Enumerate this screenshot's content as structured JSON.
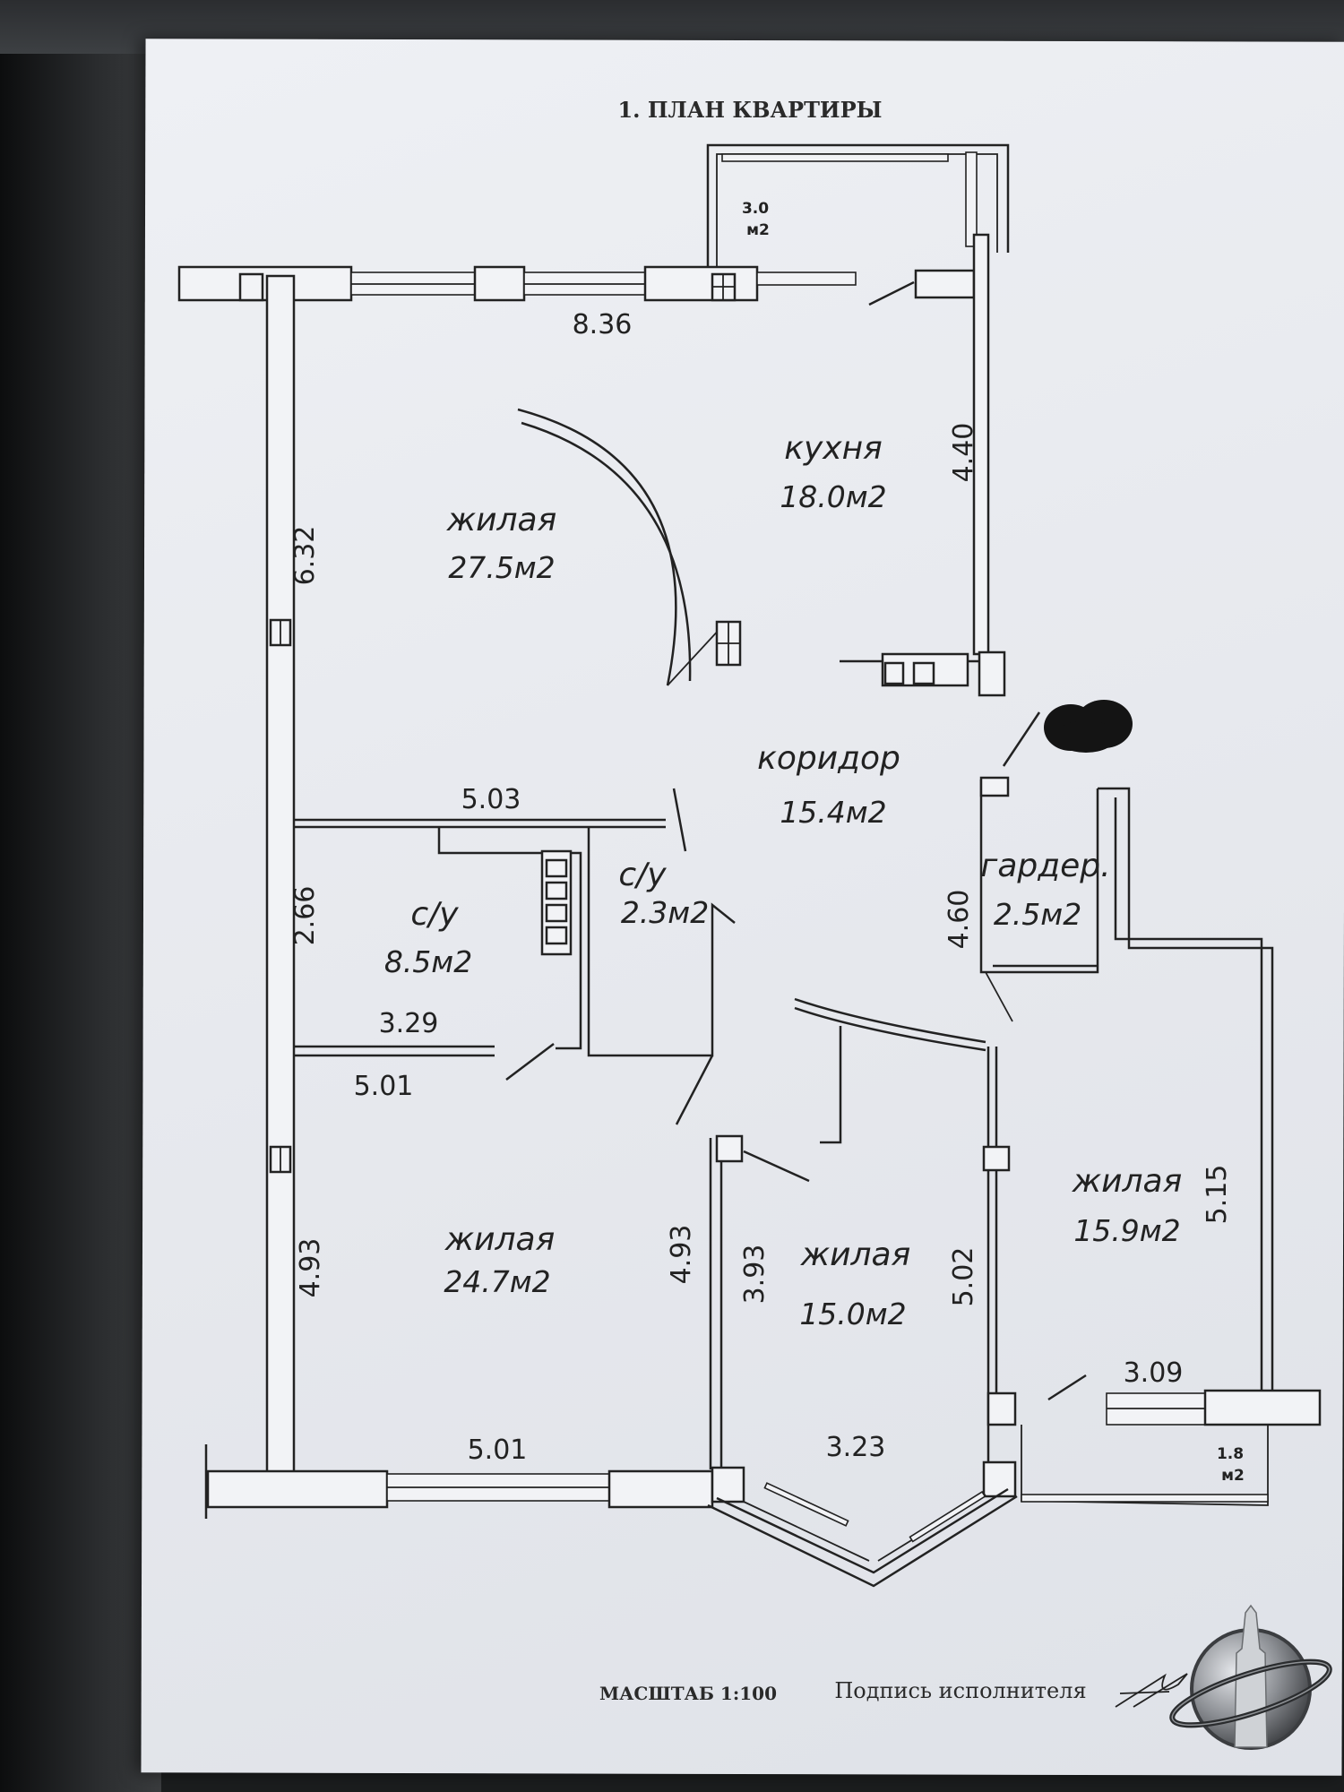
{
  "title": "1. ПЛАН КВАРТИРЫ",
  "rooms": [
    {
      "name": "жилая",
      "area": "27.5м2"
    },
    {
      "name": "кухня",
      "area": "18.0м2"
    },
    {
      "name": "коридор",
      "area": "15.4м2"
    },
    {
      "name": "с/у",
      "area": "8.5м2"
    },
    {
      "name": "с/у",
      "area": "2.3м2"
    },
    {
      "name": "гардер.",
      "area": "2.5м2"
    },
    {
      "name": "жилая",
      "area": "24.7м2"
    },
    {
      "name": "жилая",
      "area": "15.0м2"
    },
    {
      "name": "жилая",
      "area": "15.9м2"
    }
  ],
  "balconies": [
    {
      "value": "3.0",
      "unit": "м2"
    },
    {
      "value": "1.8",
      "unit": "м2"
    }
  ],
  "dimensions": {
    "top_width": "8.36",
    "kitchen_right": "4.40",
    "left_upper": "6.32",
    "corridor_wall": "5.03",
    "bath_height": "2.66",
    "bath_width": "3.29",
    "bedroom1_width_top": "5.01",
    "bedroom1_height_left": "4.93",
    "bedroom1_height_right": "4.93",
    "bedroom1_width_bottom": "5.01",
    "bedroom2_height_left": "3.93",
    "bedroom2_height_right": "5.02",
    "bedroom2_width": "3.23",
    "wardrobe_height": "4.60",
    "bedroom3_height": "5.15",
    "bedroom3_width": "3.09"
  },
  "footer": {
    "scale": "МАСШТАБ 1:100",
    "signature_label": "Подпись исполнителя"
  }
}
